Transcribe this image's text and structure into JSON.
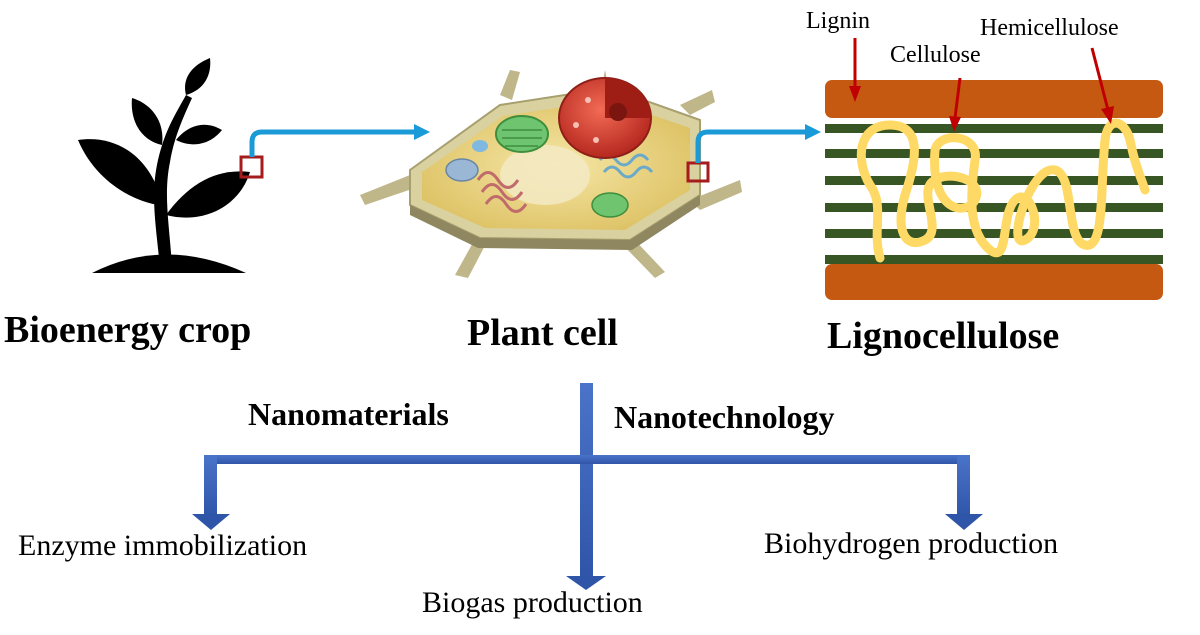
{
  "stages": {
    "crop": "Bioenergy crop",
    "cell": "Plant cell",
    "ligno": "Lignocellulose"
  },
  "components": {
    "lignin": "Lignin",
    "cellulose": "Cellulose",
    "hemicellulose": "Hemicellulose"
  },
  "branches": {
    "left": "Nanomaterials",
    "right": "Nanotechnology"
  },
  "outcomes": {
    "enzyme": "Enzyme immobilization",
    "biogas": "Biogas production",
    "biohydrogen": "Biohydrogen production"
  },
  "colors": {
    "flow_arrow": "#1a9ad6",
    "tree_arrow": "#2f55a8",
    "lignin_band": "#c65911",
    "cellulose_band": "#375623",
    "hemicellulose_strand": "#ffd966",
    "pointer": "#c00000",
    "cell_wall": "#d9d2a0",
    "cytoplasm": "#e8cf73",
    "nucleus": "#e8453c",
    "chloroplast": "#6fc56f"
  }
}
